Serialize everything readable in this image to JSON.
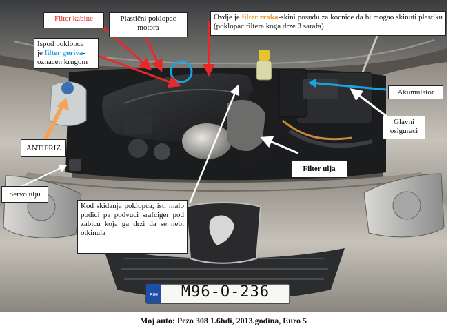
{
  "labels": {
    "filter_kabine": "Filter kabine",
    "poklopac": "Plastični poklopac motora",
    "filter_zraka_prefix": "Ovdje je ",
    "filter_zraka_highlight": "filter zraka",
    "filter_zraka_suffix": "-skini posudu za kocnice da bi mogao skinuti plastiku (poklopac filtera koga drze 3 sarafa)",
    "ispod_line1": "Ispod poklopca",
    "ispod_prefix": "je ",
    "ispod_highlight": "filter goriva",
    "ispod_suffix": "-",
    "ispod_line3": "oznacen krugom",
    "akumulator": "Akumulator",
    "glavni_osiguraci": "Glavni osiguraci",
    "antifriz": "ANTIFRIZ",
    "filter_ulja": "Filter ulja",
    "servo_ulju": "Servo ulju",
    "kod_skidanja": "Kod skidanja poklopca, isti malo podici pa podvuci srafciger pod zabicu koja ga drzi da se nebi otkinula"
  },
  "plate": {
    "number": "M96-O-236",
    "country": "BIH"
  },
  "caption": "Moj auto: Pezo 308 1.6hdi, 2013.godina, Euro 5",
  "colors": {
    "red_arrow": "#e8292a",
    "blue_arrow": "#1aa3e0",
    "orange_arrow": "#f4a35a",
    "white_arrow": "#ffffff",
    "car_body": "#a9a59c",
    "engine_dark": "#2a2b2d"
  }
}
